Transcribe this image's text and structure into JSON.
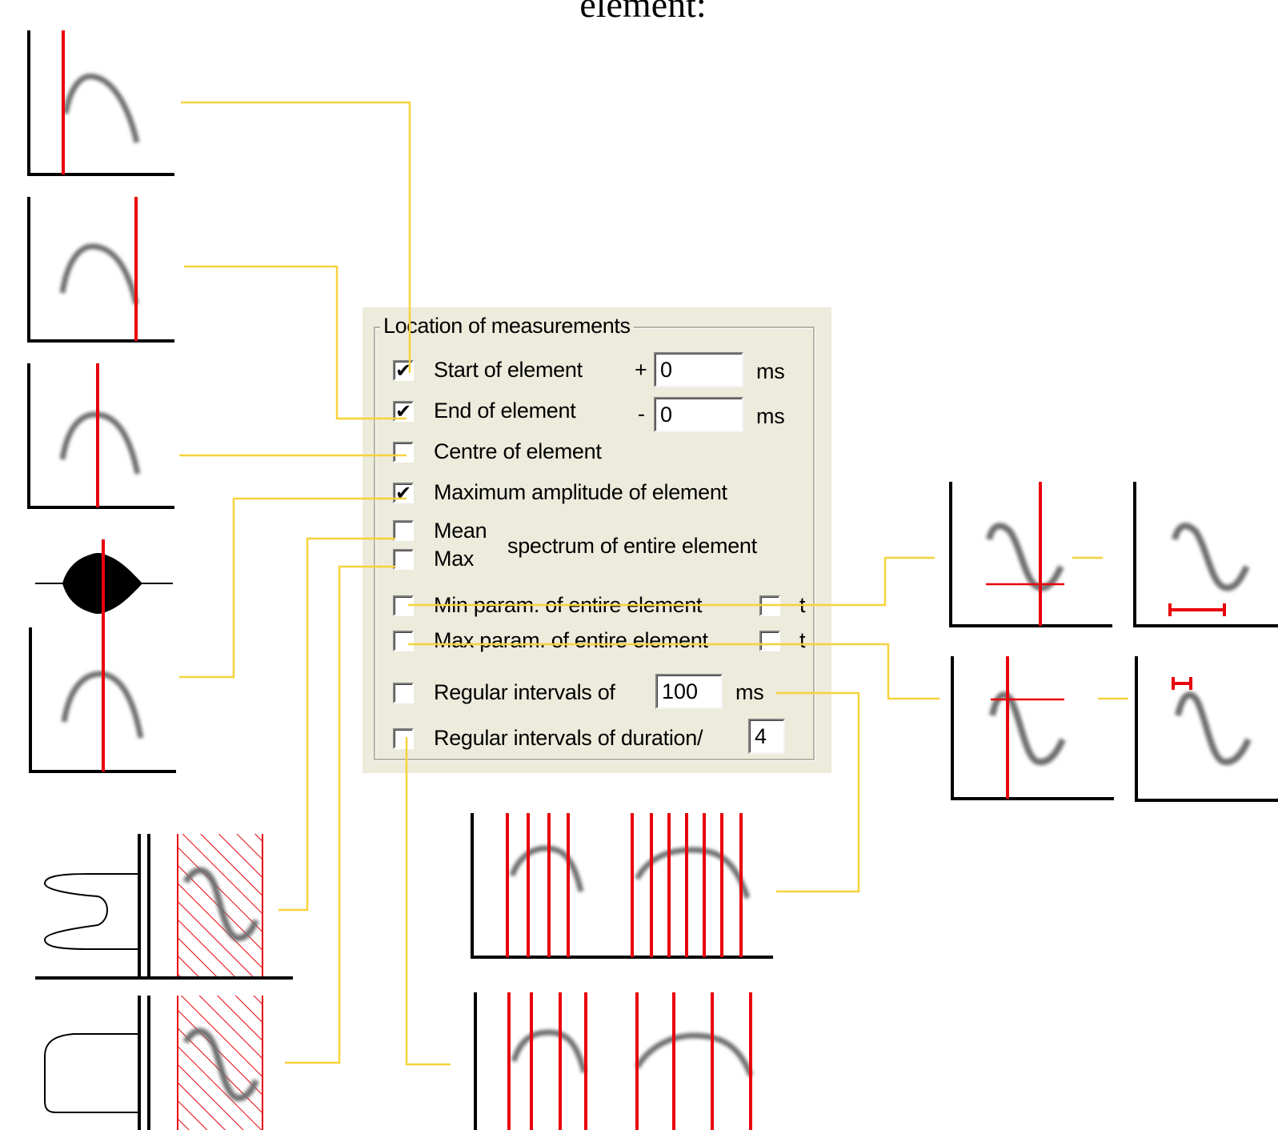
{
  "heading": "element:",
  "panel": {
    "title": "Location of measurements",
    "rows": [
      {
        "label": "Start of element",
        "checked": true,
        "prefix": "+",
        "value": "0",
        "unit": "ms"
      },
      {
        "label": "End of element",
        "checked": true,
        "prefix": "-",
        "value": "0",
        "unit": "ms"
      },
      {
        "label": "Centre of element",
        "checked": false
      },
      {
        "label": "Maximum amplitude of element",
        "checked": true
      },
      {
        "label": "Mean",
        "checked": false
      },
      {
        "label": "Max",
        "checked": false
      },
      {
        "label": "Min param. of entire element",
        "checked": false,
        "trailing": "t"
      },
      {
        "label": "Max param. of entire element",
        "checked": false,
        "trailing": "t"
      },
      {
        "label": "Regular intervals of",
        "checked": false,
        "value": "100",
        "unit": "ms"
      },
      {
        "label": "Regular intervals of duration/",
        "checked": false,
        "value": "4"
      }
    ],
    "spectrum_label": "spectrum of entire element"
  },
  "colors": {
    "marker": "#e8000c",
    "connector": "#f7d23c",
    "axis": "#000000",
    "trace": "#6e6e6e",
    "panel_bg": "#ecebdc"
  }
}
